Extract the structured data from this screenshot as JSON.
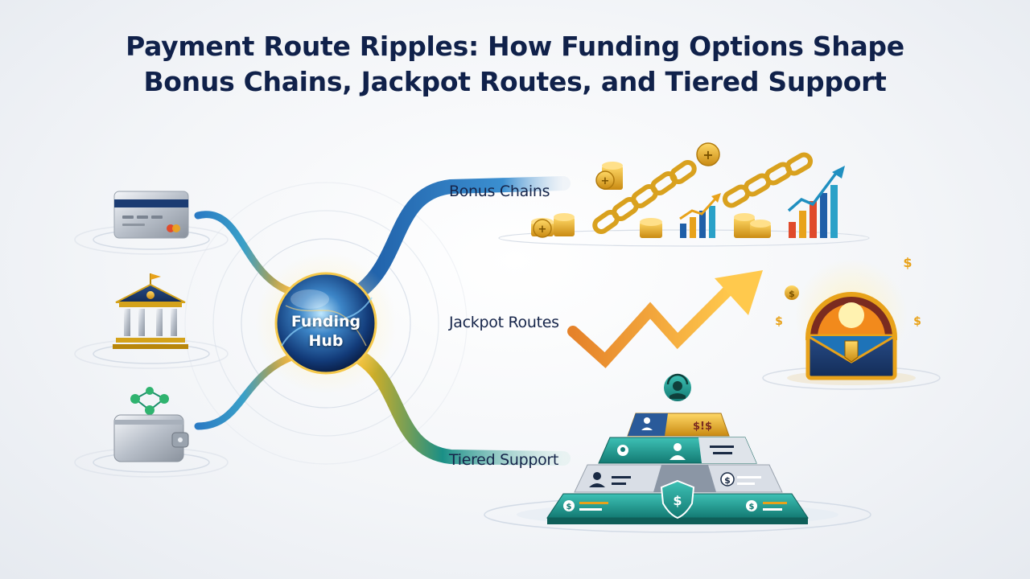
{
  "title": {
    "line1": "Payment Route Ripples: How Funding Options Shape",
    "line2": "Bonus Chains, Jackpot Routes, and Tiered Support"
  },
  "hub": {
    "line1": "Funding",
    "line2": "Hub"
  },
  "routes": {
    "bonus": "Bonus Chains",
    "jackpot": "Jackpot Routes",
    "support": "Tiered Support"
  },
  "sources": [
    "credit-card-icon",
    "bank-icon",
    "digital-wallet-icon"
  ],
  "colors": {
    "title": "#10214a",
    "blue": "#1f5fa8",
    "gold": "#e8a21a",
    "teal": "#1a8f86",
    "orange": "#f08a1c"
  }
}
